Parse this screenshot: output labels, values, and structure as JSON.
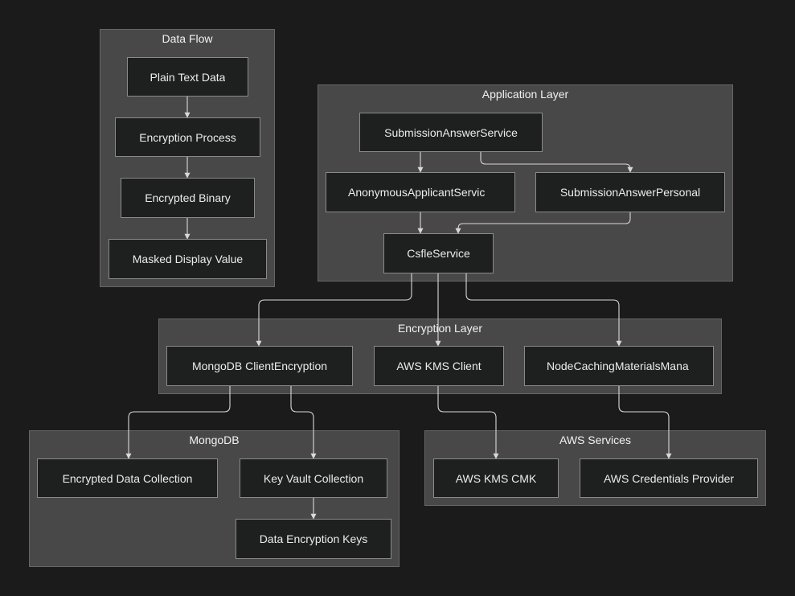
{
  "groups": {
    "data_flow": {
      "title": "Data Flow"
    },
    "application_layer": {
      "title": "Application Layer"
    },
    "encryption_layer": {
      "title": "Encryption Layer"
    },
    "mongodb": {
      "title": "MongoDB"
    },
    "aws_services": {
      "title": "AWS Services"
    }
  },
  "nodes": {
    "plain_text_data": "Plain Text Data",
    "encryption_process": "Encryption Process",
    "encrypted_binary": "Encrypted Binary",
    "masked_display_value": "Masked Display Value",
    "submission_answer_service": "SubmissionAnswerService",
    "anonymous_applicant_service": "AnonymousApplicantServic",
    "submission_answer_personal": "SubmissionAnswerPersonal",
    "csfle_service": "CsfleService",
    "mongodb_client_encryption": "MongoDB ClientEncryption",
    "aws_kms_client": "AWS KMS Client",
    "node_caching_materials_manager": "NodeCachingMaterialsMana",
    "encrypted_data_collection": "Encrypted Data Collection",
    "key_vault_collection": "Key Vault Collection",
    "data_encryption_keys": "Data Encryption Keys",
    "aws_kms_cmk": "AWS KMS CMK",
    "aws_credentials_provider": "AWS Credentials Provider"
  },
  "edges": [
    {
      "from": "Plain Text Data",
      "to": "Encryption Process"
    },
    {
      "from": "Encryption Process",
      "to": "Encrypted Binary"
    },
    {
      "from": "Encrypted Binary",
      "to": "Masked Display Value"
    },
    {
      "from": "SubmissionAnswerService",
      "to": "AnonymousApplicantServic"
    },
    {
      "from": "SubmissionAnswerService",
      "to": "SubmissionAnswerPersonal"
    },
    {
      "from": "AnonymousApplicantServic",
      "to": "CsfleService"
    },
    {
      "from": "SubmissionAnswerPersonal",
      "to": "CsfleService"
    },
    {
      "from": "CsfleService",
      "to": "MongoDB ClientEncryption"
    },
    {
      "from": "CsfleService",
      "to": "AWS KMS Client"
    },
    {
      "from": "CsfleService",
      "to": "NodeCachingMaterialsMana"
    },
    {
      "from": "MongoDB ClientEncryption",
      "to": "Encrypted Data Collection"
    },
    {
      "from": "MongoDB ClientEncryption",
      "to": "Key Vault Collection"
    },
    {
      "from": "Key Vault Collection",
      "to": "Data Encryption Keys"
    },
    {
      "from": "AWS KMS Client",
      "to": "AWS KMS CMK"
    },
    {
      "from": "NodeCachingMaterialsMana",
      "to": "AWS Credentials Provider"
    }
  ],
  "colors": {
    "background": "#1b1b1c",
    "group_fill": "#484848",
    "group_border": "#666666",
    "node_fill": "#1e1f1f",
    "node_border": "#8a8a8a",
    "text": "#ececec",
    "edge": "#d9d9d9"
  }
}
